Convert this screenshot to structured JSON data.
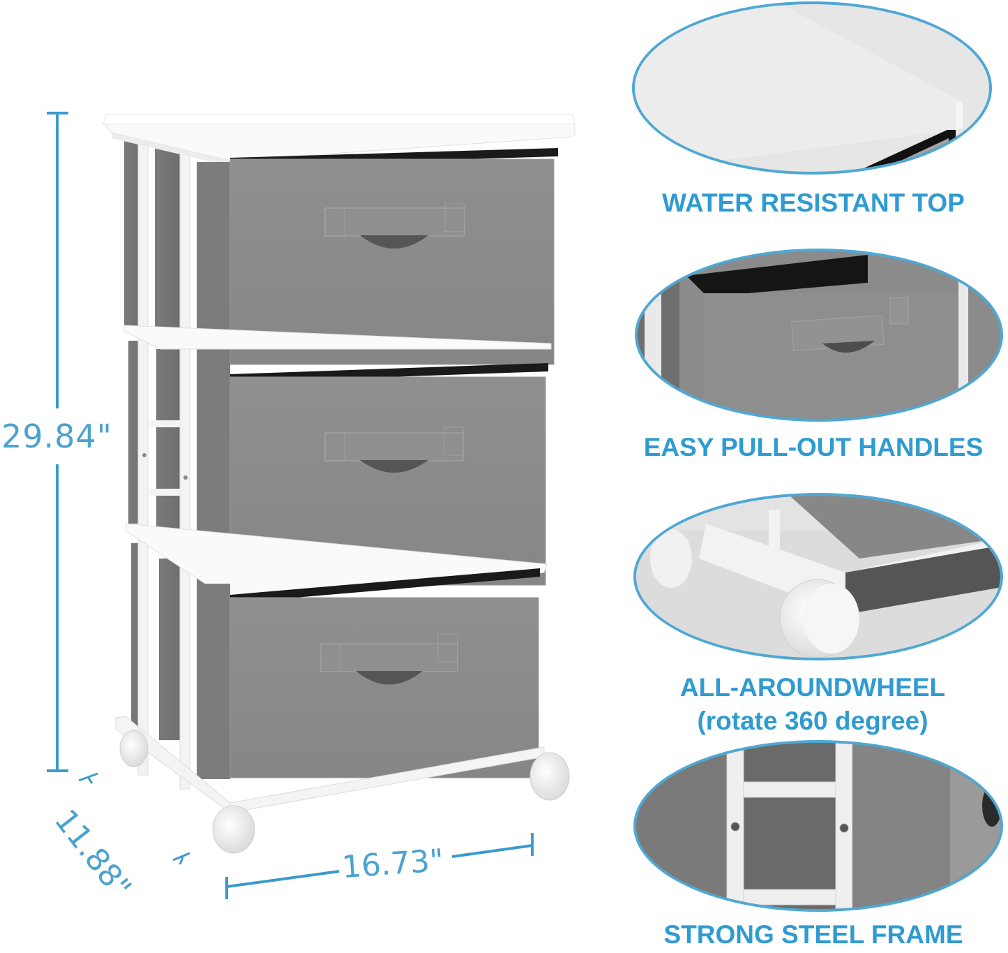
{
  "product": {
    "type": "3-drawer storage cabinet on wheels",
    "drawer_count": 3,
    "colors": {
      "fabric": "#8c8c8c",
      "frame": "#f4f4f4",
      "top": "#fafafa",
      "accent": "#2f9bd1"
    }
  },
  "dimensions": {
    "height": "29.84\"",
    "depth": "11.88\"",
    "width": "16.73\""
  },
  "features": [
    {
      "label": "WATER RESISTANT TOP",
      "sublabel": ""
    },
    {
      "label": "EASY PULL-OUT HANDLES",
      "sublabel": ""
    },
    {
      "label": "ALL-AROUNDWHEEL",
      "sublabel": "(rotate 360 degree)"
    },
    {
      "label": "STRONG STEEL FRAME",
      "sublabel": ""
    }
  ]
}
